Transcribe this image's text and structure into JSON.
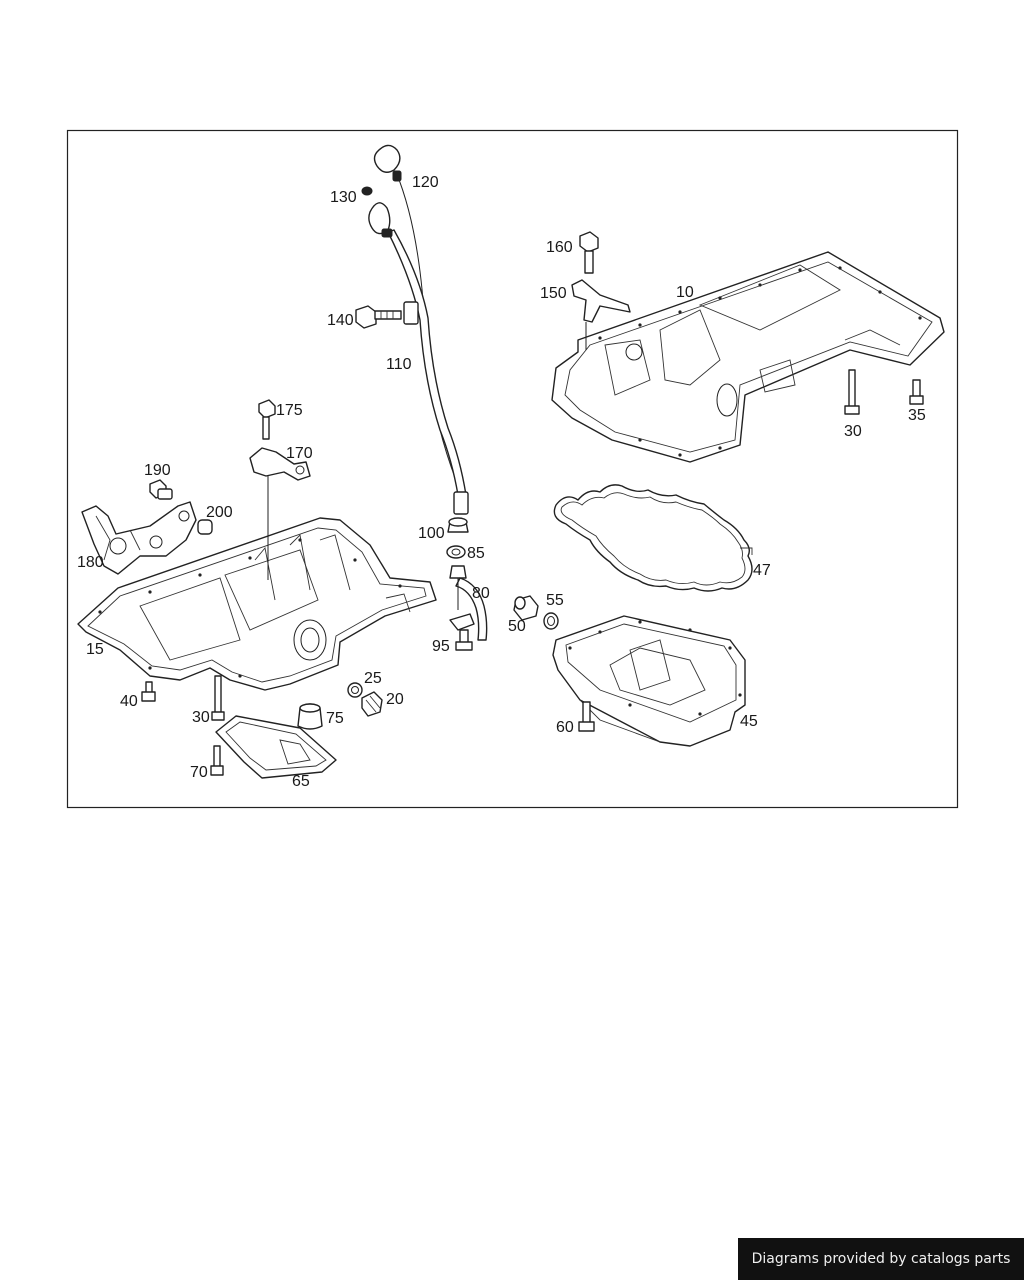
{
  "diagram": {
    "callouts": [
      "10",
      "15",
      "20",
      "25",
      "30",
      "30",
      "35",
      "40",
      "45",
      "47",
      "50",
      "55",
      "60",
      "65",
      "70",
      "75",
      "80",
      "85",
      "95",
      "100",
      "110",
      "120",
      "130",
      "140",
      "150",
      "160",
      "170",
      "175",
      "180",
      "190",
      "200"
    ]
  },
  "footer": {
    "credit_text": "Diagrams provided by catalogs parts"
  }
}
